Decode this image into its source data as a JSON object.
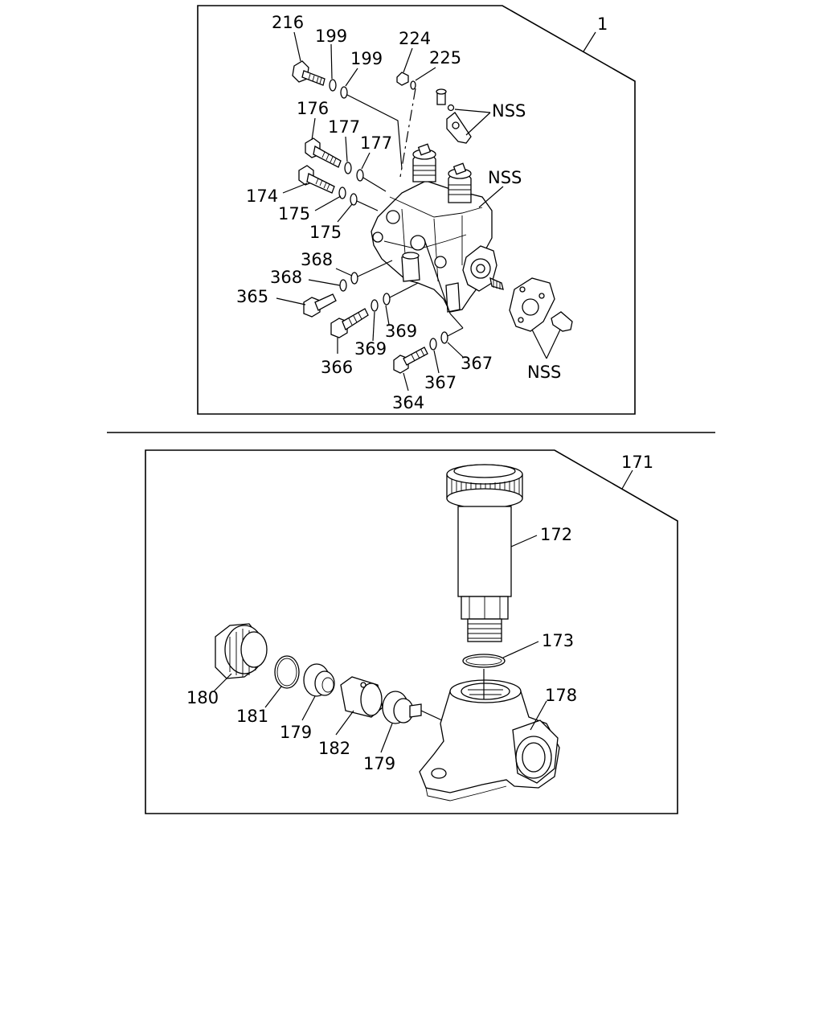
{
  "top_panel": {
    "assembly_label": "1",
    "callouts": {
      "c216": "216",
      "c199a": "199",
      "c199b": "199",
      "c224": "224",
      "c225": "225",
      "nss_a": "NSS",
      "c176": "176",
      "c177a": "177",
      "c177b": "177",
      "nss_b": "NSS",
      "c174": "174",
      "c175a": "175",
      "c175b": "175",
      "c368a": "368",
      "c368b": "368",
      "c365": "365",
      "c369a": "369",
      "c369b": "369",
      "c366": "366",
      "c367a": "367",
      "c367b": "367",
      "c364": "364",
      "nss_c": "NSS"
    }
  },
  "bottom_panel": {
    "assembly_label": "171",
    "callouts": {
      "c172": "172",
      "c173": "173",
      "c178": "178",
      "c180": "180",
      "c181": "181",
      "c179a": "179",
      "c182": "182",
      "c179b": "179"
    }
  }
}
